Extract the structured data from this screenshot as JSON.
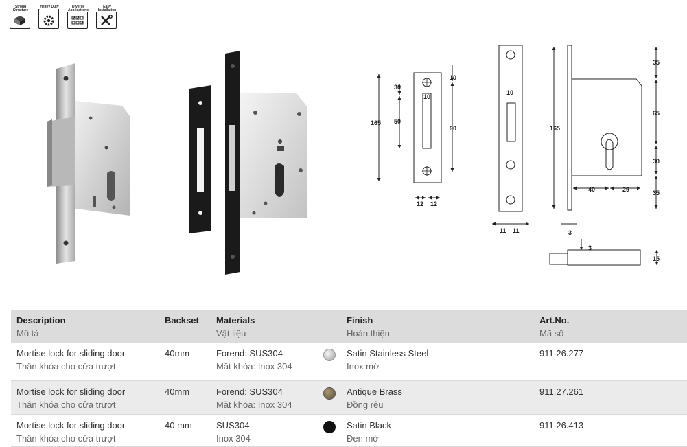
{
  "badges": [
    {
      "label": "Strong Structure",
      "icon": "cube-icon"
    },
    {
      "label": "Heavy Duty",
      "icon": "gear-icon"
    },
    {
      "label": "Diverse Applications",
      "icon": "checklist-icon"
    },
    {
      "label": "Easy Installation",
      "icon": "tools-icon"
    }
  ],
  "drawing": {
    "strike_plate": {
      "height": "165",
      "top": "30",
      "slot": "50",
      "width_inner": "10",
      "top_right": "10",
      "span": "90",
      "half_a": "12",
      "half_b": "12"
    },
    "forend": {
      "slot_width": "10",
      "width_a": "11",
      "width_b": "11"
    },
    "lock_body": {
      "height": "165",
      "top": "35",
      "mid": "65",
      "cyl": "30",
      "bottom": "35",
      "backset": "40",
      "offset": "29",
      "forend_thick": "3"
    },
    "bolt": {
      "step": "3",
      "height": "15"
    }
  },
  "table": {
    "headers": [
      {
        "en": "Description",
        "vi": "Mô tả"
      },
      {
        "en": "Backset",
        "vi": ""
      },
      {
        "en": "Materials",
        "vi": "Vật liệu"
      },
      {
        "en": "Finish",
        "vi": "Hoàn thiện"
      },
      {
        "en": "Art.No.",
        "vi": "Mã số"
      }
    ],
    "rows": [
      {
        "desc_en": "Mortise lock for sliding door",
        "desc_vi": "Thân khóa cho cửa trượt",
        "backset": "40mm",
        "mat_en": "Forend: SUS304",
        "mat_vi": "Mặt khóa: Inox 304",
        "finish_en": "Satin Stainless Steel",
        "finish_vi": "Inox mờ",
        "swatch": "#c8c8c8",
        "art": "911.26.277"
      },
      {
        "desc_en": "Mortise lock for sliding door",
        "desc_vi": "Thân khóa cho cửa trượt",
        "backset": "40mm",
        "mat_en": "Forend: SUS304",
        "mat_vi": "Mặt khóa: Inox 304",
        "finish_en": "Antique Brass",
        "finish_vi": "Đồng rêu",
        "swatch": "#7a6a4c",
        "art": "911.27.261"
      },
      {
        "desc_en": "Mortise lock for sliding door",
        "desc_vi": "Thân khóa cho cửa trượt",
        "backset": "40 mm",
        "mat_en": "SUS304",
        "mat_vi": "Inox 304",
        "finish_en": "Satin Black",
        "finish_vi": "Đen mờ",
        "swatch": "#111111",
        "art": "911.26.413"
      }
    ]
  }
}
